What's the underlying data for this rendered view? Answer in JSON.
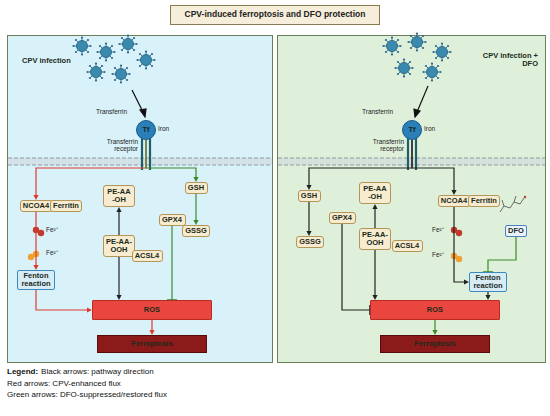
{
  "diagram": {
    "title": "CPV-induced ferroptosis and DFO protection",
    "nodes": [
      {
        "text": [
          "CPV infection"
        ]
      },
      {
        "text": [
          "Tf"
        ],
        "in": 0
      },
      {
        "text": [
          "NCOA4"
        ],
        "in": 0
      },
      {
        "text": [
          "Ferritin"
        ],
        "in": 0
      },
      {
        "text": [
          "PE-AA -OH"
        ],
        "in": 0
      },
      {
        "text": [
          "GSH"
        ],
        "in": 0
      },
      {
        "text": [
          "GPX4"
        ],
        "in": 0
      },
      {
        "text": [
          "GSSG"
        ],
        "in": 0
      },
      {
        "text": [
          "PE-AA-OOH"
        ],
        "in": 0
      },
      {
        "text": [
          "ACSL4"
        ],
        "in": 0
      },
      {
        "text": [
          "Fenton reaction"
        ],
        "in": 0
      },
      {
        "text": [
          "ROS"
        ],
        "in": 0
      },
      {
        "text": [
          "Ferroptosis"
        ],
        "in": 0
      },
      {
        "text": [
          "CPV infection + DFO"
        ]
      },
      {
        "text": [
          "Tf"
        ],
        "in": 13
      },
      {
        "text": [
          "PE-AA -OH"
        ],
        "in": 13
      },
      {
        "text": [
          "GSH"
        ],
        "in": 13
      },
      {
        "text": [
          "GPX4"
        ],
        "in": 13
      },
      {
        "text": [
          "GSSG"
        ],
        "in": 13
      },
      {
        "text": [
          "PE-AA-OOH"
        ],
        "in": 13
      },
      {
        "text": [
          "ACSL4"
        ],
        "in": 13
      },
      {
        "text": [
          "NCOA4"
        ],
        "in": 13
      },
      {
        "text": [
          "Ferritin"
        ],
        "in": 13
      },
      {
        "text": [
          "DFO"
        ],
        "in": 13
      },
      {
        "text": [
          "Fenton reaction"
        ],
        "in": 13
      },
      {
        "text": [
          "ROS"
        ],
        "in": 13
      },
      {
        "text": [
          "Ferroptosis"
        ],
        "in": 13
      }
    ],
    "edges": [
      {
        "from": 1,
        "to": 2,
        "arrow": "to"
      },
      {
        "from": 1,
        "to": 5,
        "arrow": "to"
      },
      {
        "from": 2,
        "to": 10,
        "arrow": "to"
      },
      {
        "from": 10,
        "to": 11,
        "arrow": "to"
      },
      {
        "from": 5,
        "to": 7,
        "arrow": "to"
      },
      {
        "from": 8,
        "to": 4,
        "arrow": "to"
      },
      {
        "from": 6,
        "to": 11,
        "arrow": "to"
      },
      {
        "from": 8,
        "to": 11,
        "arrow": "to"
      },
      {
        "from": 11,
        "to": 12,
        "arrow": "to"
      },
      {
        "from": 14,
        "to": 16,
        "arrow": "to"
      },
      {
        "from": 14,
        "to": 21,
        "arrow": "to"
      },
      {
        "from": 21,
        "to": 24,
        "arrow": "to"
      },
      {
        "from": 23,
        "to": 24,
        "arrow": "to"
      },
      {
        "from": 24,
        "to": 25,
        "arrow": "to"
      },
      {
        "from": 19,
        "to": 15,
        "arrow": "to"
      },
      {
        "from": 16,
        "to": 18,
        "arrow": "to"
      },
      {
        "from": 17,
        "to": 25,
        "arrow": "to"
      },
      {
        "from": 19,
        "to": 25,
        "arrow": "to"
      },
      {
        "from": 25,
        "to": 26,
        "arrow": "to"
      }
    ],
    "labels": [
      "Transferrin",
      "Iron",
      "Transferrin receptor",
      "Fe²⁺",
      "Fe²⁺",
      "Transferrin",
      "Iron",
      "Transferrin receptor",
      "Fe²⁺",
      "Fe²⁺",
      "Legend:"
    ],
    "legend": [
      {
        "text": "Black arrows: pathway direction"
      },
      {
        "text": "Red arrows: CPV-enhanced flux"
      },
      {
        "text": "Green arrows: DFO-suppressed/restored flux"
      }
    ]
  }
}
